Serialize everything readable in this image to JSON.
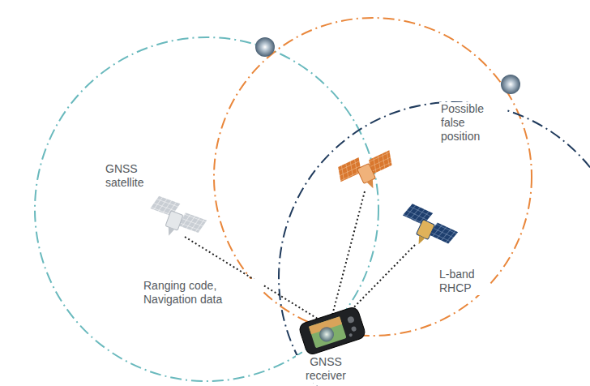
{
  "diagram": {
    "labels": [
      "GNSS satellite",
      "Ranging code, Navigation data",
      "L-band RHCP",
      "Possible false position",
      "GNSS receiver"
    ]
  }
}
